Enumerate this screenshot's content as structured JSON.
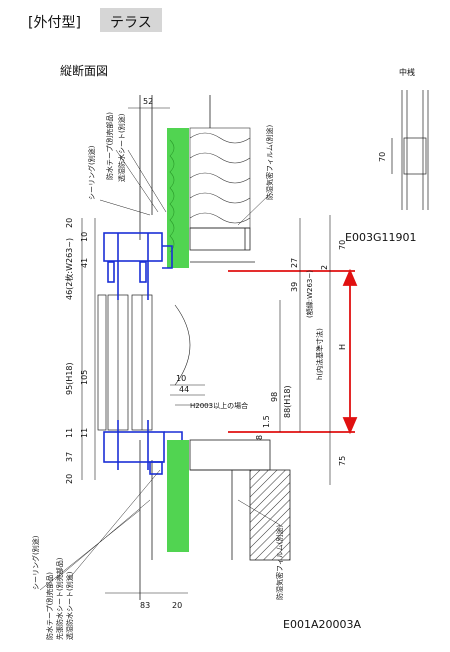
{
  "header": {
    "type_label": "[外付型]",
    "badge_label": "テラス"
  },
  "section_title": "縦断面図",
  "mullion": {
    "label": "中桟",
    "dim": "70",
    "code": "E003G11901"
  },
  "figure_code": "E001A20003A",
  "dims": {
    "top_width": "52",
    "bottom_83": "83",
    "bottom_20": "20",
    "left_20_top": "20",
    "left_10": "10",
    "left_41": "41",
    "left_46": "46(2枚:W263~)",
    "left_105": "105",
    "left_95": "95(H18)",
    "left_11a": "11",
    "left_11b": "11",
    "left_37": "37",
    "left_20_bot": "20",
    "r_70": "70",
    "r_2": "2",
    "r_27": "27",
    "r_39": "39",
    "r_w263": "(額縁:W263~)",
    "r_98": "98",
    "r_88": "88(H18)",
    "r_8": "8",
    "r_15": "1.5",
    "r_75": "75",
    "c_10": "10",
    "c_44": "44",
    "h_label": "H",
    "h_note": "h(内法基準寸法)",
    "h2003": "H2003以上の場合"
  },
  "callouts": {
    "sealing_top": "シーリング(別途)",
    "tape_top": "防水テープ(別売部品)",
    "sheet_top": "透湿防水シート(別途)",
    "film_top": "防湿気密フィルム(別途)",
    "sealing_bot": "シーリング(別途)",
    "tape_bot": "防水テープ(別売部品)",
    "sheet_bot_a": "先張防水シート(別売部品)",
    "sheet_bot_b": "透湿防水シート(別途)",
    "film_bot": "防湿気密フィルム(別途)"
  },
  "colors": {
    "frame": "#1a2fd6",
    "insulation": "#3ecf3e",
    "h_arrow": "#e01010",
    "badge": "#d6d6d6"
  }
}
